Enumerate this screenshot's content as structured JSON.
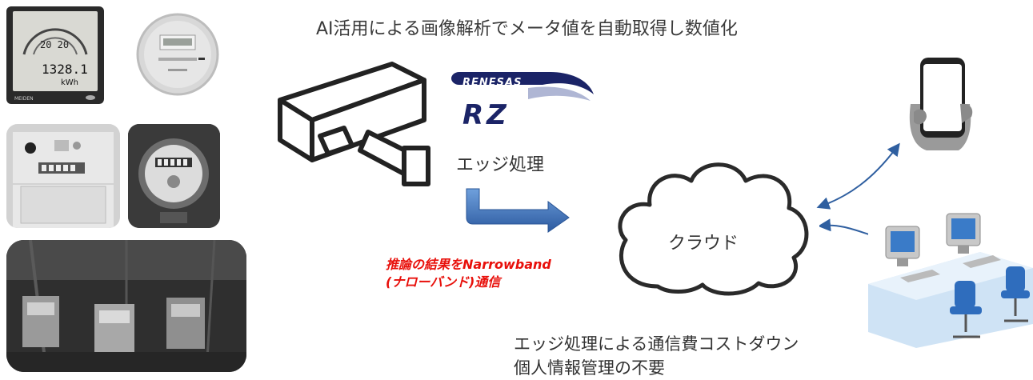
{
  "headline": "AI活用による画像解析でメータ値を自動取得し数値化",
  "brand": {
    "name": "RENESAS",
    "product": "RZ"
  },
  "edge_label": "エッジ処理",
  "red_caption": {
    "line1": "推論の結果をNarrowband",
    "line2": "(ナローバンド)通信"
  },
  "cloud_label": "クラウド",
  "benefits": {
    "line1": "エッジ処理による通信費コストダウン",
    "line2": "個人情報管理の不要"
  },
  "meter_reading": {
    "value": "1328.1",
    "unit": "kWh",
    "maker": "MEIDEN"
  },
  "colors": {
    "caption": "#e8100b",
    "arrow": "#2f5fa0",
    "arrow_light": "#5b9bd5",
    "brand": "#1b2467"
  }
}
